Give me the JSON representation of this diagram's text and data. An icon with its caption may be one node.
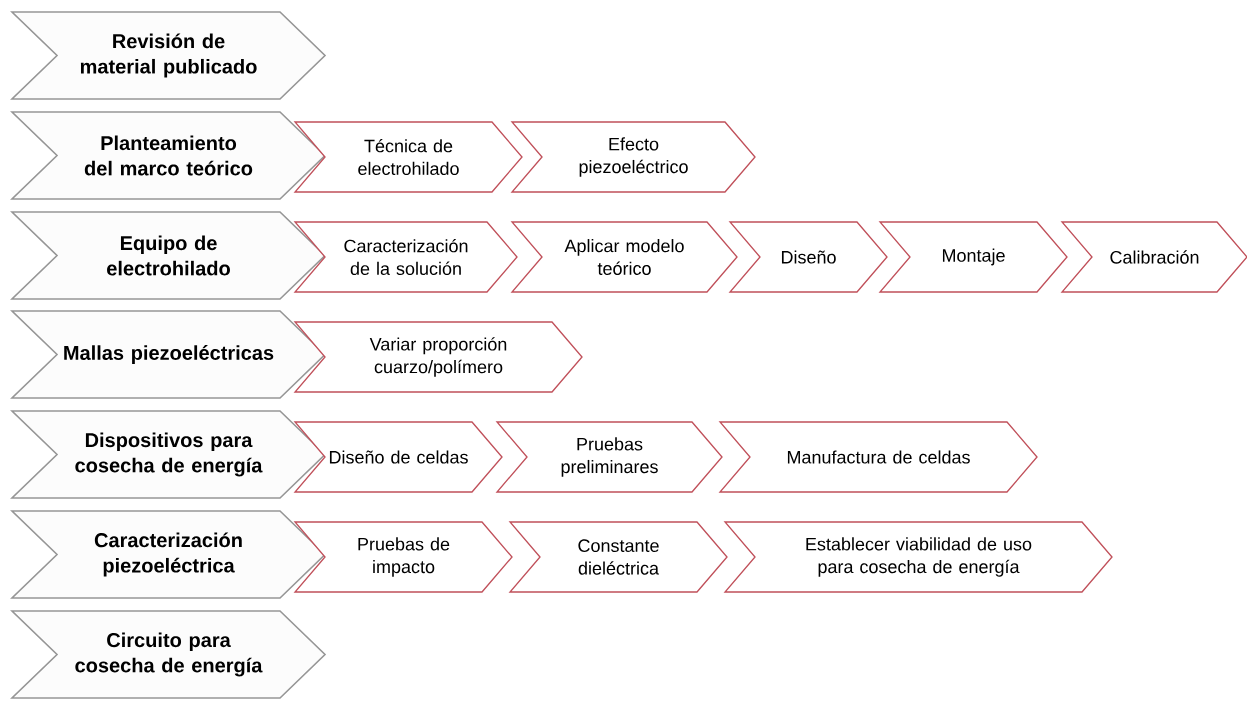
{
  "diagram": {
    "nodes": [
      {
        "text": [
          "Revisión de material publicado"
        ]
      },
      {
        "text": [
          "Planteamiento del marco teórico"
        ]
      },
      {
        "text": [
          "Técnica de electrohilado"
        ]
      },
      {
        "text": [
          "Efecto piezoeléctrico"
        ]
      },
      {
        "text": [
          "Equipo de electrohilado"
        ]
      },
      {
        "text": [
          "Caracterización de la solución"
        ]
      },
      {
        "text": [
          "Aplicar modelo teórico"
        ]
      },
      {
        "text": [
          "Diseño"
        ]
      },
      {
        "text": [
          "Montaje"
        ]
      },
      {
        "text": [
          "Calibración"
        ]
      },
      {
        "text": [
          "Mallas piezoeléctricas"
        ]
      },
      {
        "text": [
          "Variar proporción cuarzo/polímero"
        ]
      },
      {
        "text": [
          "Dispositivos para cosecha de energía"
        ]
      },
      {
        "text": [
          "Diseño de celdas"
        ]
      },
      {
        "text": [
          "Pruebas preliminares"
        ]
      },
      {
        "text": [
          "Manufactura de celdas"
        ]
      },
      {
        "text": [
          "Caracterización piezoeléctrica"
        ]
      },
      {
        "text": [
          "Pruebas de impacto"
        ]
      },
      {
        "text": [
          "Constante dieléctrica"
        ]
      },
      {
        "text": [
          "Establecer viabilidad de uso para cosecha de energía"
        ]
      },
      {
        "text": [
          "Circuito para cosecha de energía"
        ]
      }
    ]
  }
}
